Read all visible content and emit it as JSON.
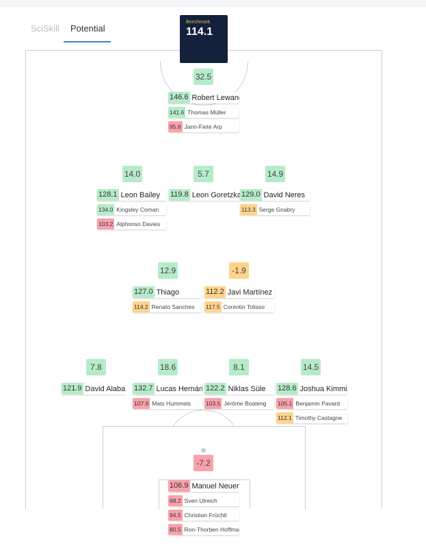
{
  "tabs": [
    {
      "label": "SciSkill",
      "active": false
    },
    {
      "label": "Potential",
      "active": true
    }
  ],
  "benchmark": {
    "label": "Benchmark",
    "value": "114.1"
  },
  "colors": {
    "good": "#b6ebc9",
    "bad": "#f9a1ac",
    "mid": "#fdd48a",
    "accent": "#3b7ddd",
    "benchmark_bg": "#14213d"
  },
  "positions": [
    {
      "score": "32.5",
      "status": "good",
      "players": [
        {
          "value": "146.6",
          "name": "Robert Lewandowski",
          "status": "good"
        },
        {
          "value": "141.6",
          "name": "Thomas Müller",
          "status": "good"
        },
        {
          "value": "95.6",
          "name": "Jann-Fiete Arp",
          "status": "bad"
        }
      ]
    },
    {
      "score": "14.0",
      "status": "good",
      "players": [
        {
          "value": "128.1",
          "name": "Leon Bailey",
          "status": "good"
        },
        {
          "value": "134.0",
          "name": "Kingsley Coman",
          "status": "good"
        },
        {
          "value": "103.2",
          "name": "Alphonso Davies",
          "status": "bad"
        }
      ]
    },
    {
      "score": "5.7",
      "status": "good",
      "players": [
        {
          "value": "119.8",
          "name": "Leon Goretzka",
          "status": "good"
        }
      ]
    },
    {
      "score": "14.9",
      "status": "good",
      "players": [
        {
          "value": "129.0",
          "name": "David Neres",
          "status": "good"
        },
        {
          "value": "113.3",
          "name": "Serge Gnabry",
          "status": "mid"
        }
      ]
    },
    {
      "score": "12.9",
      "status": "good",
      "players": [
        {
          "value": "127.0",
          "name": "Thiago",
          "status": "good"
        },
        {
          "value": "114.2",
          "name": "Renato Sanches",
          "status": "mid"
        }
      ]
    },
    {
      "score": "-1.9",
      "status": "mid",
      "players": [
        {
          "value": "112.2",
          "name": "Javi Martínez",
          "status": "mid"
        },
        {
          "value": "117.5",
          "name": "Corentin Tolisso",
          "status": "mid"
        }
      ]
    },
    {
      "score": "7.8",
      "status": "good",
      "players": [
        {
          "value": "121.9",
          "name": "David Alaba",
          "status": "good"
        }
      ]
    },
    {
      "score": "18.6",
      "status": "good",
      "players": [
        {
          "value": "132.7",
          "name": "Lucas Hernández",
          "status": "good"
        },
        {
          "value": "107.9",
          "name": "Mats Hummels",
          "status": "bad"
        }
      ]
    },
    {
      "score": "8.1",
      "status": "good",
      "players": [
        {
          "value": "122.2",
          "name": "Niklas Süle",
          "status": "good"
        },
        {
          "value": "103.5",
          "name": "Jérôme Boateng",
          "status": "bad"
        }
      ]
    },
    {
      "score": "14.5",
      "status": "good",
      "players": [
        {
          "value": "128.6",
          "name": "Joshua Kimmich",
          "status": "good"
        },
        {
          "value": "105.1",
          "name": "Benjamin Pavard",
          "status": "bad"
        },
        {
          "value": "112.1",
          "name": "Timothy Castagne",
          "status": "mid"
        }
      ]
    },
    {
      "score": "-7.2",
      "status": "bad",
      "players": [
        {
          "value": "106.9",
          "name": "Manuel Neuer",
          "status": "bad"
        },
        {
          "value": "68.2",
          "name": "Sven Ulreich",
          "status": "bad"
        },
        {
          "value": "94.5",
          "name": "Christian Früchtl",
          "status": "bad"
        },
        {
          "value": "80.5",
          "name": "Ron-Thorben Hoffmann",
          "status": "bad"
        }
      ]
    }
  ]
}
